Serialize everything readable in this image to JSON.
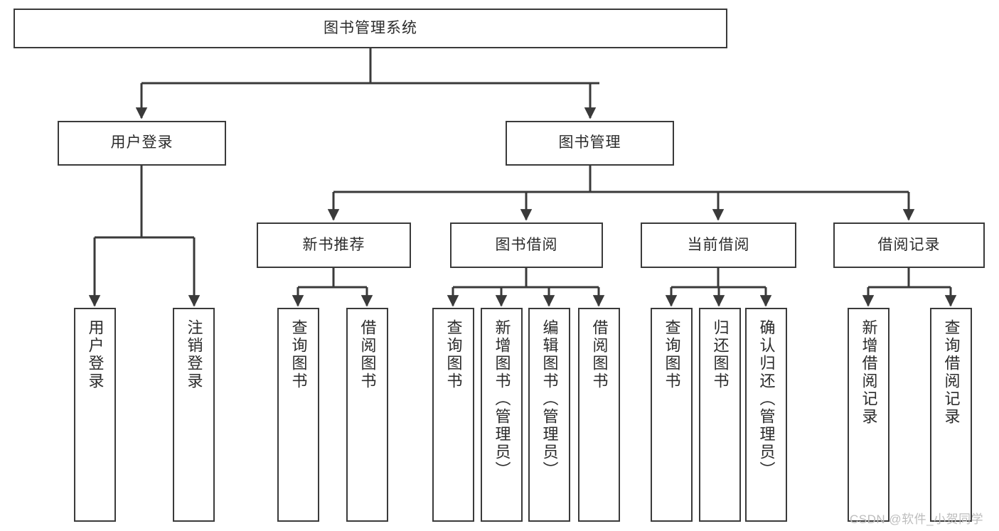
{
  "diagram": {
    "title": "图书管理系统",
    "type": "tree-hierarchy-chart",
    "colors": {
      "box_border": "#3a3a3a",
      "box_fill": "#ffffff",
      "edge": "#3a3a3a",
      "text": "#2b2b2b",
      "watermark": "#bdbdbd"
    }
  },
  "watermark": {
    "text": "CSDN @软件_小贺同学"
  },
  "nodes": {
    "root": {
      "label": "图书管理系统"
    },
    "level1": [
      {
        "label": "用户登录"
      },
      {
        "label": "图书管理"
      }
    ],
    "level2": [
      {
        "label": "新书推荐"
      },
      {
        "label": "图书借阅"
      },
      {
        "label": "当前借阅"
      },
      {
        "label": "借阅记录"
      }
    ],
    "leaves": {
      "user_login": [
        {
          "label": "用户登录"
        },
        {
          "label": "注销登录"
        }
      ],
      "new_book_recommend": [
        {
          "label": "查询图书"
        },
        {
          "label": "借阅图书"
        }
      ],
      "book_borrow": [
        {
          "label": "查询图书"
        },
        {
          "label": "新增图书（管理员）"
        },
        {
          "label": "编辑图书（管理员）"
        },
        {
          "label": "借阅图书"
        }
      ],
      "current_borrow": [
        {
          "label": "查询图书"
        },
        {
          "label": "归还图书"
        },
        {
          "label": "确认归还（管理员）"
        }
      ],
      "borrow_record": [
        {
          "label": "新增借阅记录"
        },
        {
          "label": "查询借阅记录"
        }
      ]
    }
  }
}
